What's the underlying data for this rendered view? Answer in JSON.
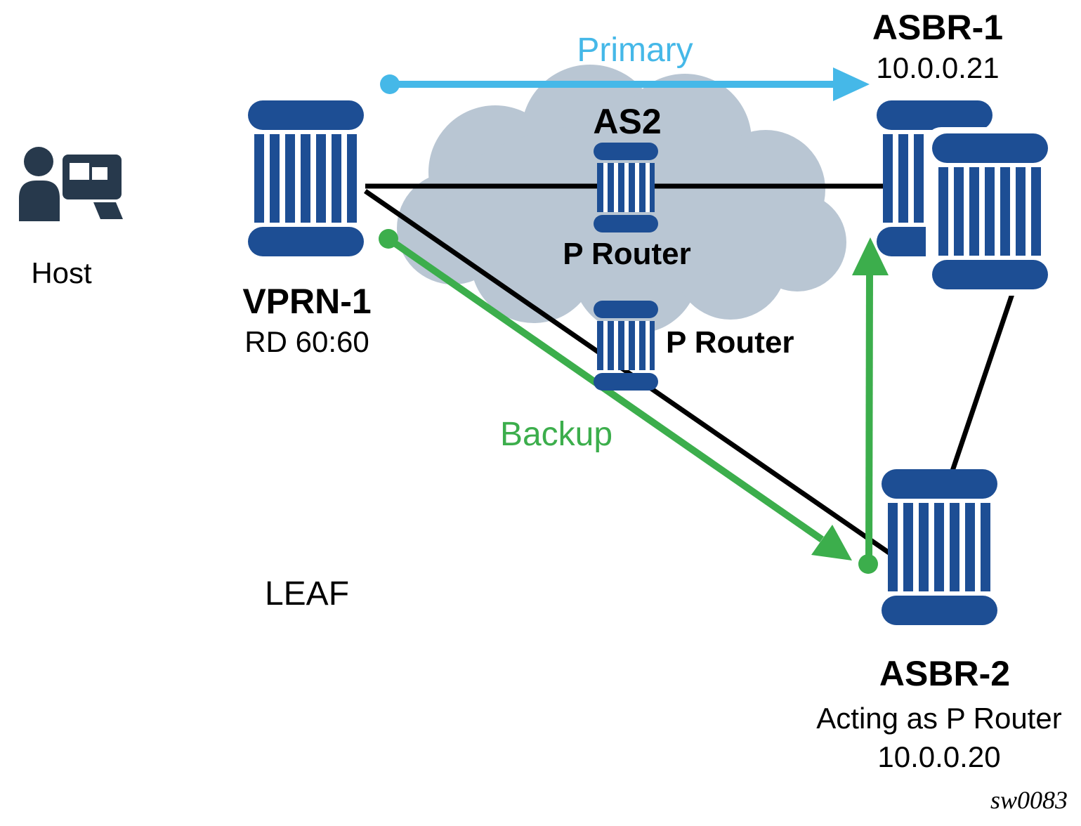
{
  "colors": {
    "router_blue": "#1d4e94",
    "cloud_gray": "#b9c6d3",
    "primary_blue": "#45b8e8",
    "backup_green": "#3cae4c",
    "host_dark": "#27394c",
    "line_black": "#000000"
  },
  "nodes": {
    "host": {
      "label": "Host"
    },
    "vprn1": {
      "label": "VPRN-1",
      "sublabel": "RD 60:60"
    },
    "as2_cloud": {
      "label": "AS2"
    },
    "p_router_top": {
      "label": "P Router"
    },
    "p_router_bottom": {
      "label": "P Router"
    },
    "asbr1": {
      "label": "ASBR-1",
      "ip": "10.0.0.21"
    },
    "asbr2": {
      "label": "ASBR-2",
      "role": "Acting as P Router",
      "ip": "10.0.0.20"
    }
  },
  "paths": {
    "primary": {
      "label": "Primary"
    },
    "backup": {
      "label": "Backup"
    }
  },
  "annotations": {
    "leaf": "LEAF",
    "figure_id": "sw0083"
  }
}
